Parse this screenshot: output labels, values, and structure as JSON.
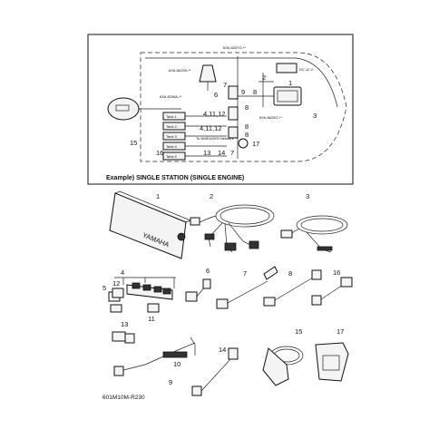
{
  "example_caption": "Example) SINGLE STATION (SINGLE ENGINE)",
  "figure_code": "601M10M-R230",
  "schematic": {
    "part_codes": [
      "6X6-8A205-**",
      "6X6-8257G-**",
      "6X6-8258A-**",
      "6X6-8625G-**"
    ],
    "tank_labels": [
      "Tank 1",
      "Tank 2",
      "Tank 3",
      "Tank 4",
      "Tank 5"
    ],
    "network_label": "To NMEA2000 Network",
    "voltage_label": "DC 12 V",
    "callouts": {
      "c1": "1",
      "c2": "2",
      "c3": "3",
      "c6": "6",
      "c7a": "7",
      "c7b": "7",
      "c8a": "8",
      "c8b": "8",
      "c8c": "8",
      "c8d": "8",
      "c9": "9",
      "c4a": "4,11,12",
      "c4b": "4,11,12",
      "c13": "13",
      "c14": "14",
      "c15": "15",
      "c16": "16",
      "c17": "17"
    }
  },
  "parts": {
    "p1": "1",
    "p2": "2",
    "p3": "3",
    "p4": "4",
    "p5": "5",
    "p6": "6",
    "p7": "7",
    "p8": "8",
    "p9": "9",
    "p10": "10",
    "p11": "11",
    "p12": "12",
    "p13": "13",
    "p14": "14",
    "p15": "15",
    "p16": "16",
    "p17": "17"
  },
  "brand": "YAMAHA"
}
